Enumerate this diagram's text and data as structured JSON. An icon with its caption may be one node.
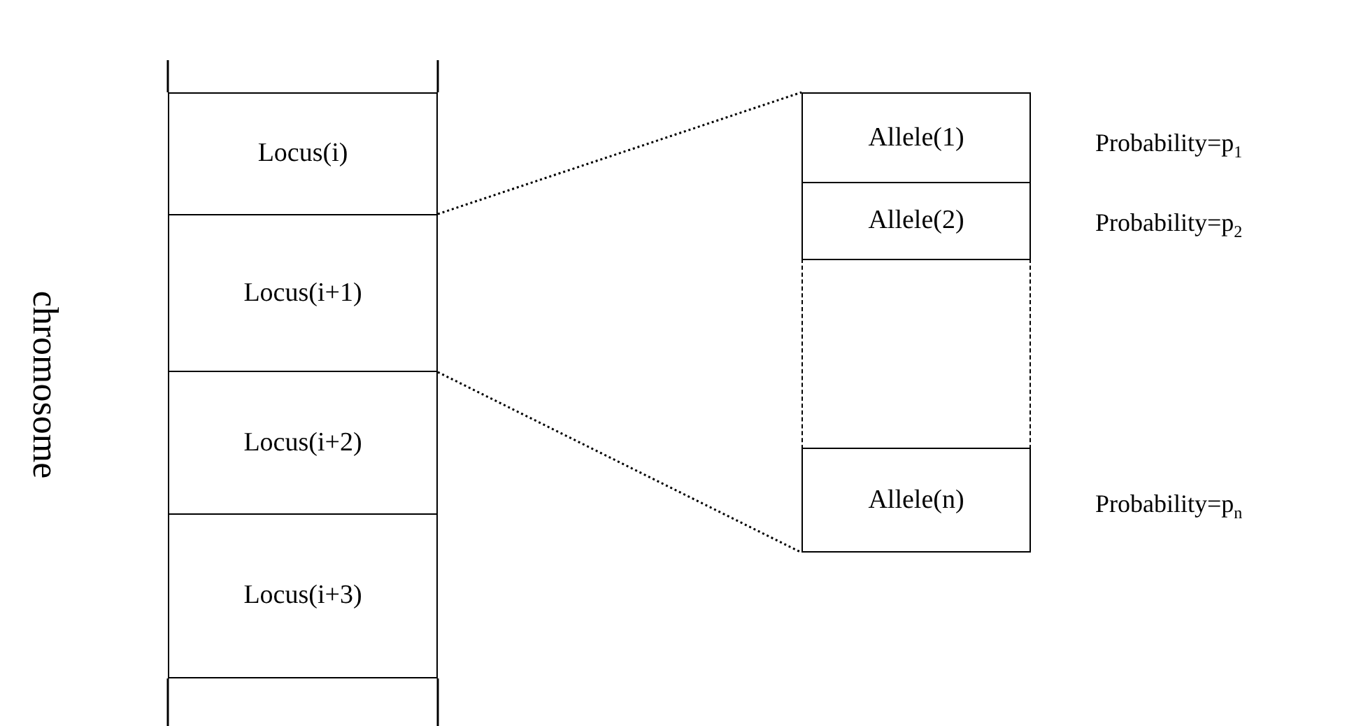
{
  "diagram": {
    "nodes": [
      {
        "text": [
          "Locus(i)"
        ]
      },
      {
        "text": [
          "Locus(i+1)"
        ]
      },
      {
        "text": [
          "Locus(i+2)"
        ]
      },
      {
        "text": [
          "Locus(i+3)"
        ]
      },
      {
        "text": [
          "Allele(1)"
        ],
        "beside": [
          "Probability=p$_{1}$"
        ]
      },
      {
        "text": [
          "Allele(2)"
        ],
        "beside": [
          "Probability=p$_{2}$"
        ]
      },
      {
        "text": [],
        "shape": "box"
      },
      {
        "text": [
          "Allele(n)"
        ],
        "beside": [
          "Probability=p$_{n}$"
        ]
      }
    ],
    "edges": [
      {
        "from": 1,
        "to": 4,
        "arrow": "none",
        "style": "dashed"
      },
      {
        "from": 1,
        "to": 7,
        "arrow": "none",
        "style": "dashed"
      }
    ],
    "labels": [
      "chromosome"
    ]
  }
}
